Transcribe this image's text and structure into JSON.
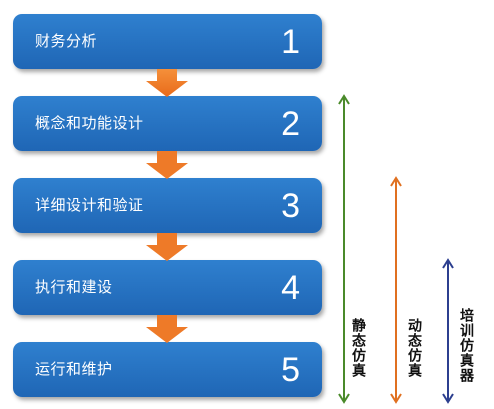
{
  "steps": [
    {
      "label": "财务分析",
      "number": "1"
    },
    {
      "label": "概念和功能设计",
      "number": "2"
    },
    {
      "label": "详细设计和验证",
      "number": "3"
    },
    {
      "label": "执行和建设",
      "number": "4"
    },
    {
      "label": "运行和维护",
      "number": "5"
    }
  ],
  "simulations": [
    {
      "label": "静态仿真",
      "color": "#4a8a2a"
    },
    {
      "label": "动态仿真",
      "color": "#e07020"
    },
    {
      "label": "培训仿真器",
      "color": "#2c3f8f"
    }
  ],
  "colors": {
    "box": "#1f66b5",
    "flow_arrow": "#f07a28"
  }
}
